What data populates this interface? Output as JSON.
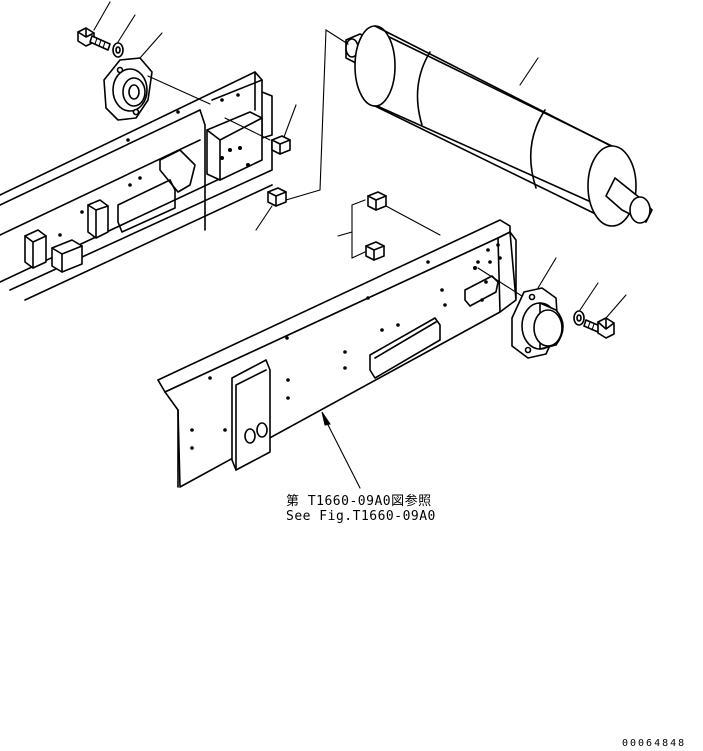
{
  "reference": {
    "japanese": "第 T1660-09A0図参照",
    "english": "See Fig.T1660-09A0"
  },
  "drawing_number": "00064848"
}
